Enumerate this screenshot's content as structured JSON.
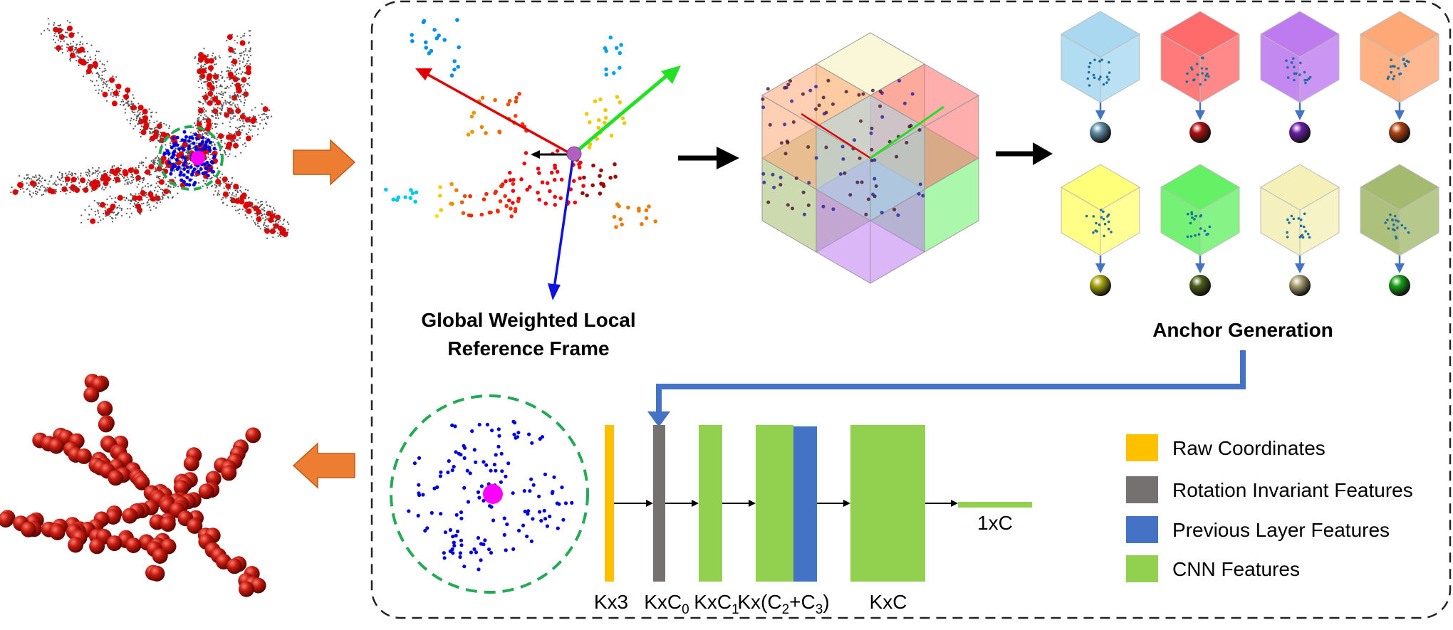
{
  "labels": {
    "lrf_line1": "Global Weighted Local",
    "lrf_line2": "Reference Frame",
    "anchor": "Anchor Generation",
    "one_by_c": "1xC"
  },
  "pipeline": {
    "k3": "Kx3",
    "kc0": "KxC",
    "kc0_sub": "0",
    "kc1": "KxC",
    "kc1_sub": "1",
    "kc23_pre": "Kx(C",
    "kc23_sub2": "2",
    "kc23_mid": "+C",
    "kc23_sub3": "3",
    "kc23_post": ")",
    "kc": "KxC"
  },
  "legend": {
    "items": [
      {
        "label": "Raw Coordinates",
        "color": "#FFC000"
      },
      {
        "label": "Rotation Invariant Features",
        "color": "#767171"
      },
      {
        "label": "Previous Layer Features",
        "color": "#4472C4"
      },
      {
        "label": "CNN Features",
        "color": "#92D050"
      }
    ]
  },
  "colors": {
    "arrow_orange": "#ED7D31",
    "flow_blue": "#4472C4",
    "red_point": "#E00000",
    "blue_point": "#0000E0",
    "center_magenta": "#FF00FF",
    "dashed_green": "#22AA55"
  },
  "anchor_cubes": [
    {
      "cube": "#A9D8F0",
      "sphere": "#5E8EA6"
    },
    {
      "cube": "#FF6B6B",
      "sphere": "#B01010"
    },
    {
      "cube": "#BE7BF0",
      "sphere": "#6A1FA8"
    },
    {
      "cube": "#FFA877",
      "sphere": "#B0420F"
    },
    {
      "cube": "#FFFF7A",
      "sphere": "#A8A510"
    },
    {
      "cube": "#66F066",
      "sphere": "#4E5E1A"
    },
    {
      "cube": "#F4F0B8",
      "sphere": "#A89E70"
    },
    {
      "cube": "#A4BA6E",
      "sphere": "#18A018"
    }
  ]
}
